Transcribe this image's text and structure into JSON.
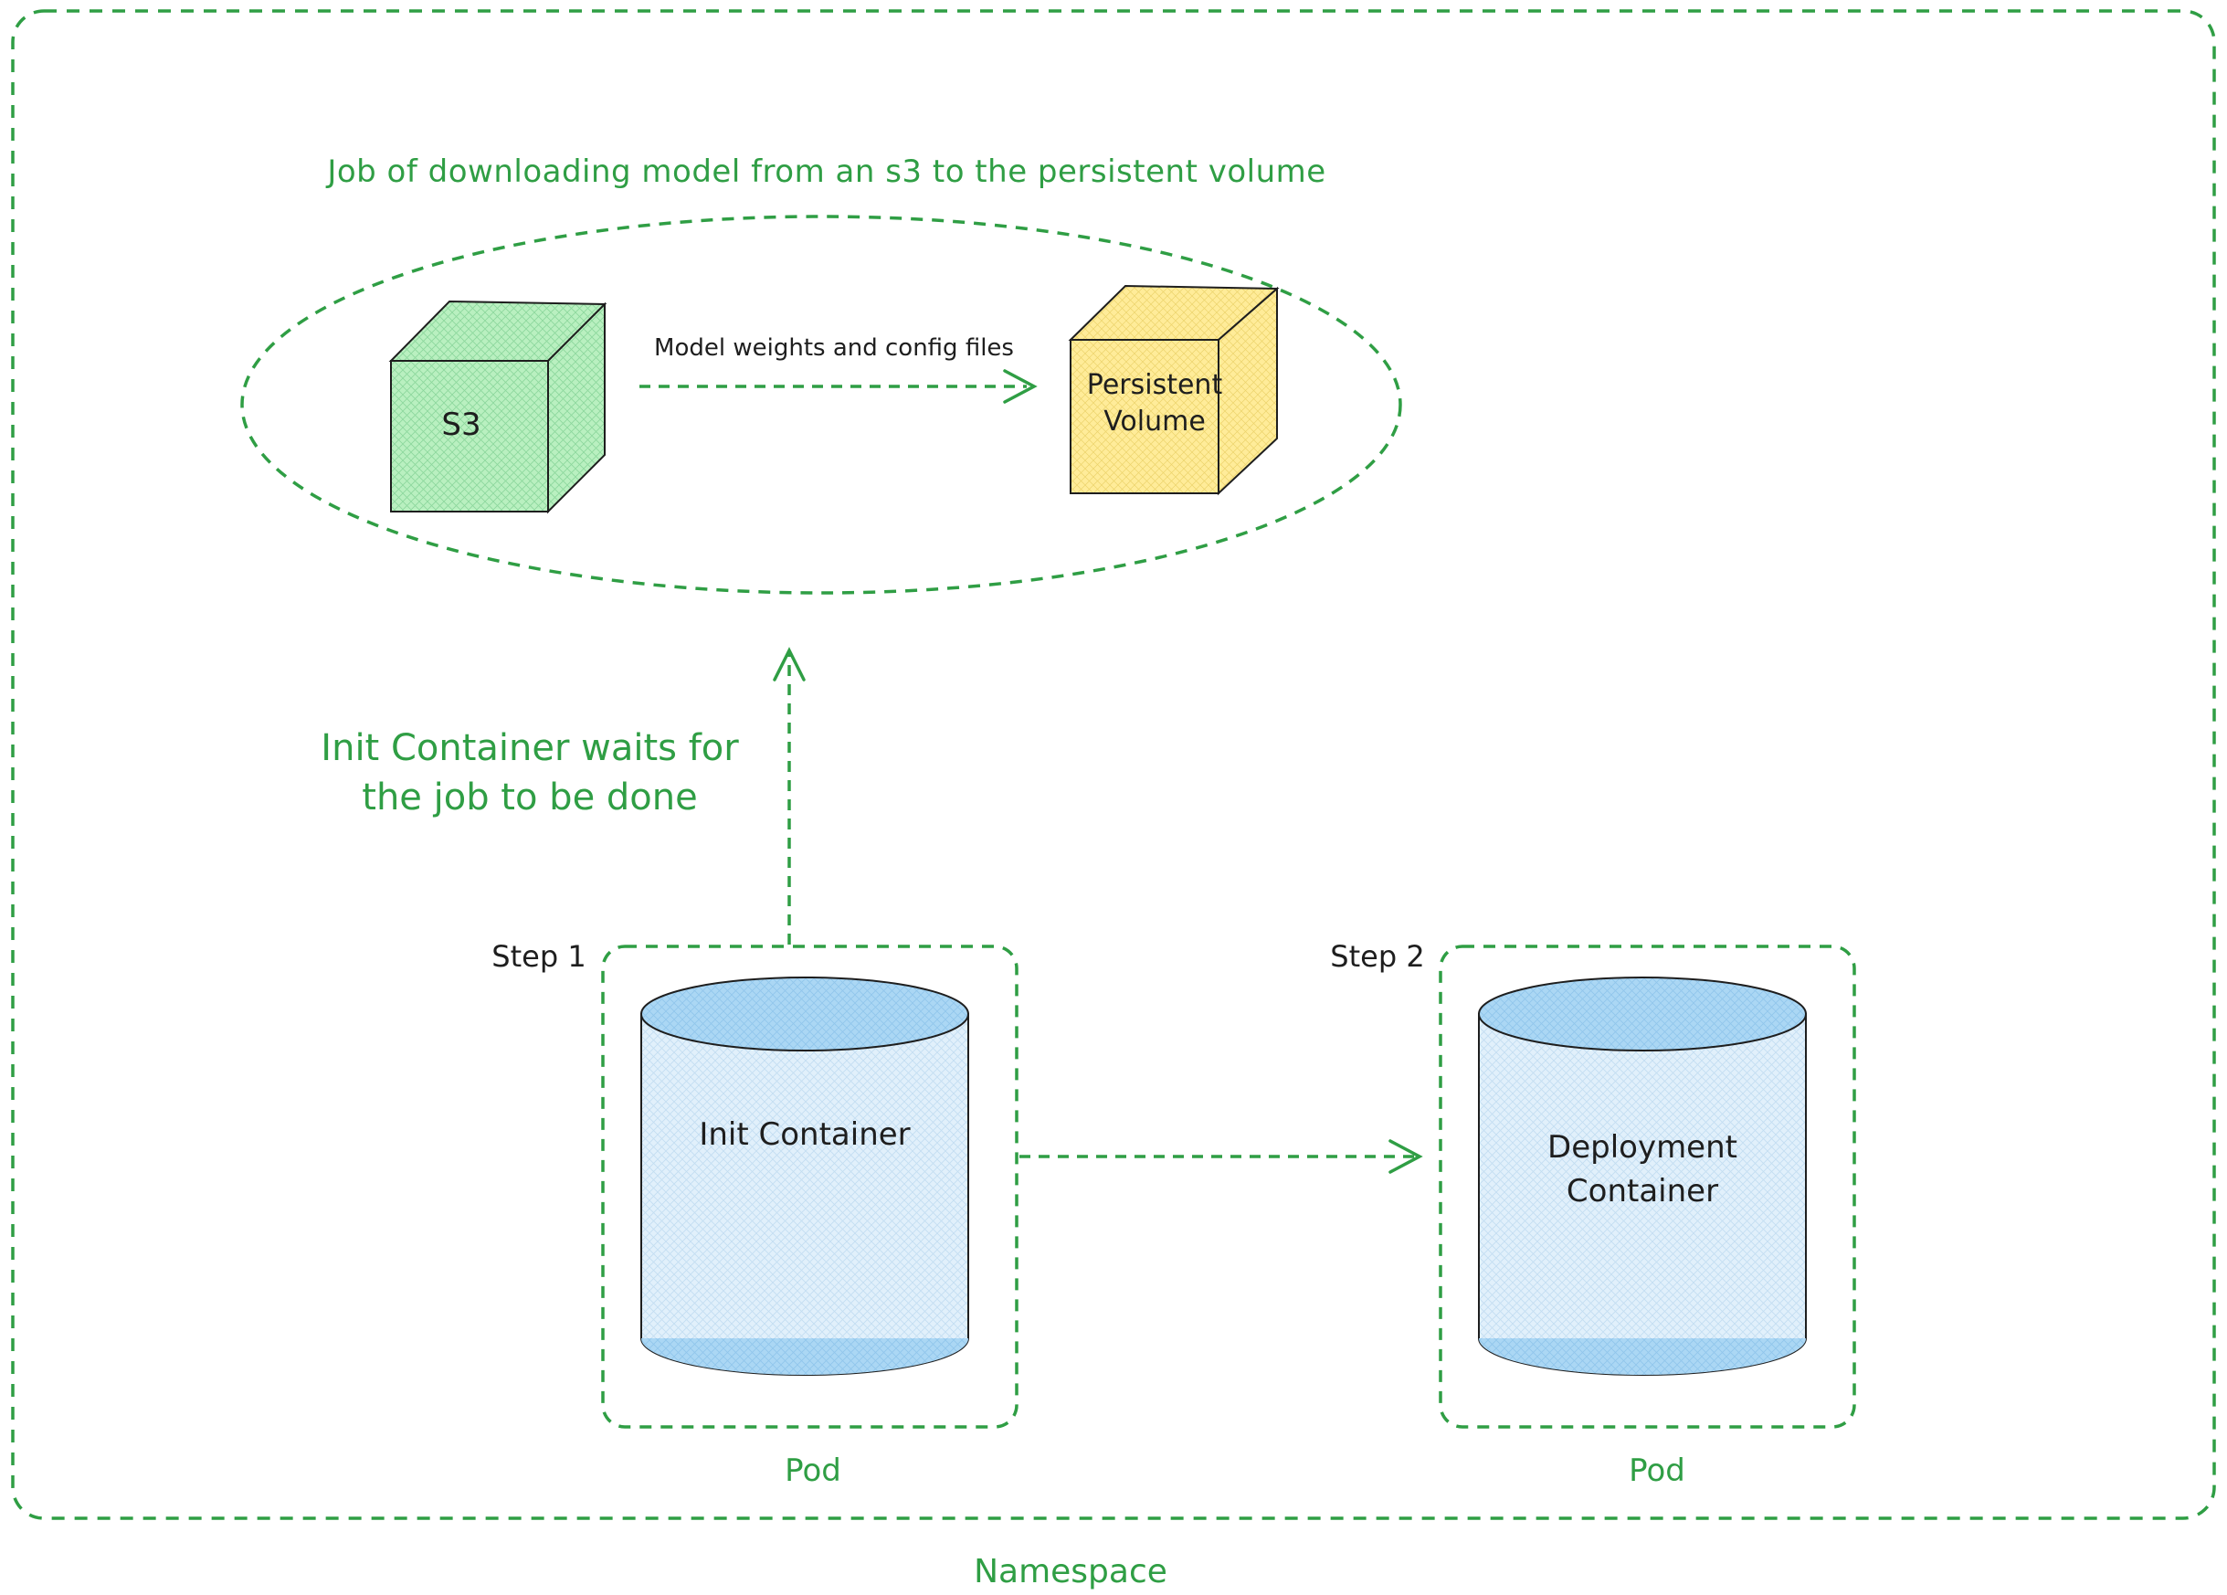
{
  "colors": {
    "stroke_green": "#2f9e44",
    "text_black": "#1e1e1e",
    "s3_fill": "#b9f0c0",
    "s3_hatch": "#8cd79c",
    "persistent_volume_fill": "#ffec99",
    "persistent_volume_hatch": "#ecd36b",
    "cylinder_fill": "#e1f0fb",
    "cylinder_hatch": "#c2ddf2",
    "cylinder_band_fill": "#abd7f4",
    "cylinder_band_hatch": "#90c6ec"
  },
  "namespace": {
    "label": "Namespace"
  },
  "job": {
    "title": "Job of downloading model from an s3 to the persistent volume",
    "s3_label": "S3",
    "transfer_label": "Model weights and config files",
    "persistent_volume_line1": "Persistent",
    "persistent_volume_line2": "Volume"
  },
  "wait_note": {
    "line1": "Init Container waits for",
    "line2": "the job to be done"
  },
  "pods": [
    {
      "step_label": "Step 1",
      "container_label": "Init Container",
      "pod_label": "Pod"
    },
    {
      "step_label": "Step 2",
      "container_label_line1": "Deployment",
      "container_label_line2": "Container",
      "pod_label": "Pod"
    }
  ]
}
